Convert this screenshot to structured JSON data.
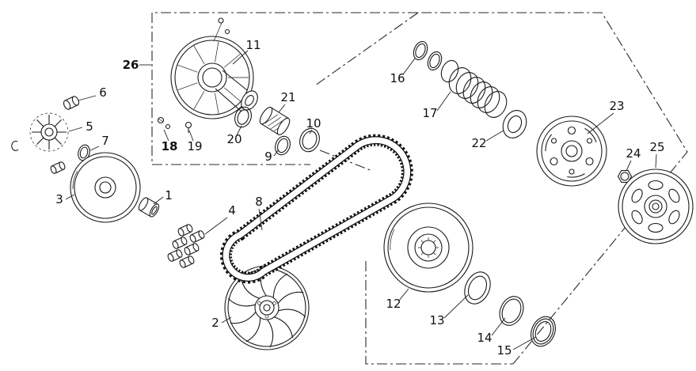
{
  "diagram": {
    "type": "exploded-parts-diagram",
    "callouts": [
      "1",
      "2",
      "3",
      "4",
      "5",
      "6",
      "7",
      "8",
      "9",
      "10",
      "11",
      "12",
      "13",
      "14",
      "15",
      "16",
      "17",
      "18",
      "19",
      "20",
      "21",
      "22",
      "23",
      "24",
      "25",
      "26"
    ],
    "colors": {
      "line": "#1a1a1a",
      "background": "#ffffff"
    }
  }
}
